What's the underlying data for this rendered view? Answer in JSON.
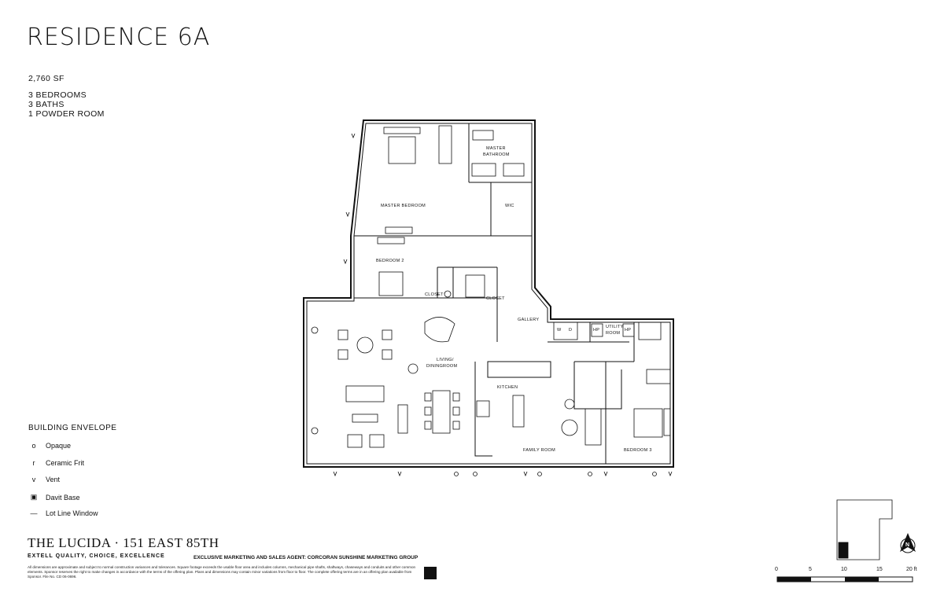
{
  "title": "RESIDENCE 6A",
  "area": "2,760 SF",
  "specs": [
    "3 BEDROOMS",
    "3 BATHS",
    "1 POWDER ROOM"
  ],
  "rooms": {
    "master_bedroom": "MASTER BEDROOM",
    "master_bathroom": [
      "MASTER",
      "BATHROOM"
    ],
    "wic": "WIC",
    "bedroom_2": "BEDROOM 2",
    "closet_a": "CLOSET",
    "closet_b": "CLOSET",
    "gallery": "GALLERY",
    "living": [
      "LIVING/",
      "DININGROOM"
    ],
    "kitchen": "KITCHEN",
    "family": "FAMILY ROOM",
    "bedroom_3": "BEDROOM 3",
    "utility": [
      "UTILITY",
      "ROOM"
    ],
    "wd_w": "W",
    "wd_d": "D",
    "hp": "HP"
  },
  "legend": {
    "title": "BUILDING ENVELOPE",
    "items": [
      {
        "symbol": "o",
        "label": "Opaque"
      },
      {
        "symbol": "r",
        "label": "Ceramic Frit"
      },
      {
        "symbol": "v",
        "label": "Vent"
      },
      {
        "symbol": "▣",
        "label": "Davit Base"
      },
      {
        "symbol": "—",
        "label": "Lot Line Window"
      }
    ]
  },
  "footer": {
    "brand": "THE LUCIDA · 151 EAST 85TH",
    "tagline": "EXTELL QUALITY, CHOICE, EXCELLENCE",
    "agent": "EXCLUSIVE MARKETING AND SALES AGENT: CORCORAN SUNSHINE MARKETING GROUP",
    "disclaimer": "All dimensions are approximate and subject to normal construction variances and tolerances. Square footage exceeds the usable floor area and includes columns, mechanical pipe shafts, shaftways, chaseways and conduits and other common elements. Sponsor reserves the right to make changes in accordance with the terms of the offering plan. Plans and dimensions may contain minor variations from floor to floor. The complete offering terms are in an offering plan available from Sponsor. File No. CD 06-0696."
  },
  "scale": {
    "ticks": [
      "0",
      "5",
      "10",
      "15",
      "20 ft"
    ]
  },
  "compass": "N"
}
